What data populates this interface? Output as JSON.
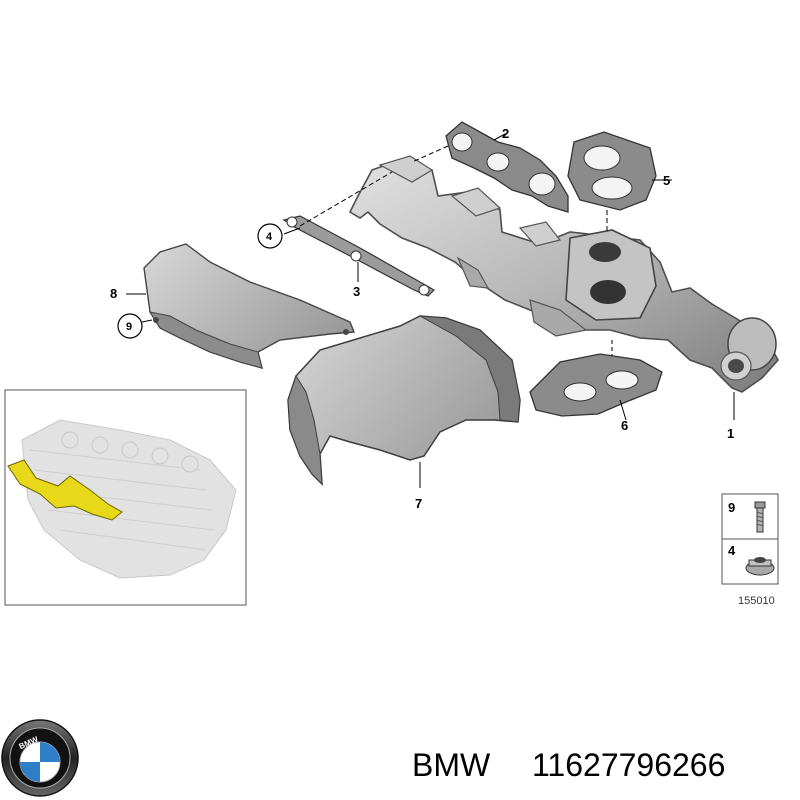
{
  "callouts": {
    "c1": "1",
    "c2": "2",
    "c3": "3",
    "c4": "4",
    "c5": "5",
    "c6": "6",
    "c7": "7",
    "c8": "8",
    "c9": "9"
  },
  "legend": {
    "item1": "9",
    "item2": "4"
  },
  "drawing_number": "155010",
  "footer": {
    "brand": "BMW",
    "part_number": "11627796266"
  },
  "logo": {
    "text": "BMW"
  },
  "icons": {
    "logo": "bmw-roundel-icon",
    "bolt": "bolt-icon",
    "nut": "flange-nut-icon"
  },
  "colors": {
    "part_fill": "#b9b9b9",
    "part_dark": "#6f6f6f",
    "highlight": "#e8d81a",
    "ghost_engine": "#d9d9d9",
    "bmw_blue": "#2f7fc8"
  }
}
